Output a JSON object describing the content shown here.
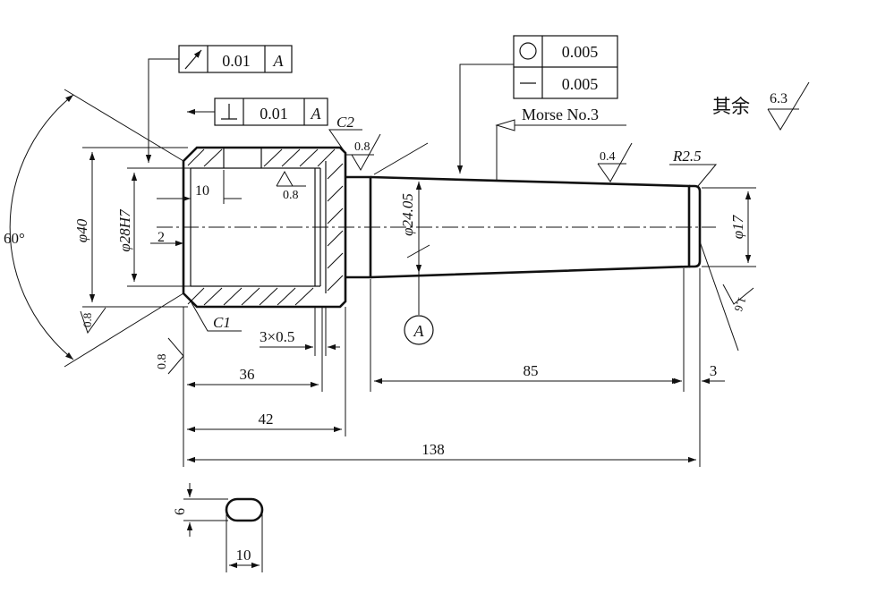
{
  "gdt": {
    "runout": {
      "tolerance": "0.01",
      "datum": "A"
    },
    "perpendicularity": {
      "tolerance": "0.01",
      "datum": "A"
    },
    "circularity": {
      "tolerance": "0.005"
    },
    "straightness": {
      "tolerance": "0.005"
    }
  },
  "annotations": {
    "chamfer_c2": "C2",
    "chamfer_c1": "C1",
    "morse": "Morse  No.3",
    "datum_a": "A",
    "radius": "R2.5",
    "general_roughness_label": "其余",
    "general_roughness_value": "6.3"
  },
  "roughness": {
    "bore_face": "0.8",
    "inner_bore": "0.8",
    "taper": "0.4",
    "end_face": "1.6",
    "taper_60": "0.8",
    "left_face": "0.8"
  },
  "dimensions": {
    "angle": "60°",
    "dia40": "φ40",
    "dia28": "φ28H7",
    "dia24": "φ24.05",
    "dia17": "φ17",
    "slot_depth": "10",
    "slot_width": "2",
    "groove": "3×0.5",
    "len36": "36",
    "len42": "42",
    "len85": "85",
    "len3": "3",
    "len138": "138",
    "keyhole_h": "6",
    "keyhole_w": "10"
  }
}
